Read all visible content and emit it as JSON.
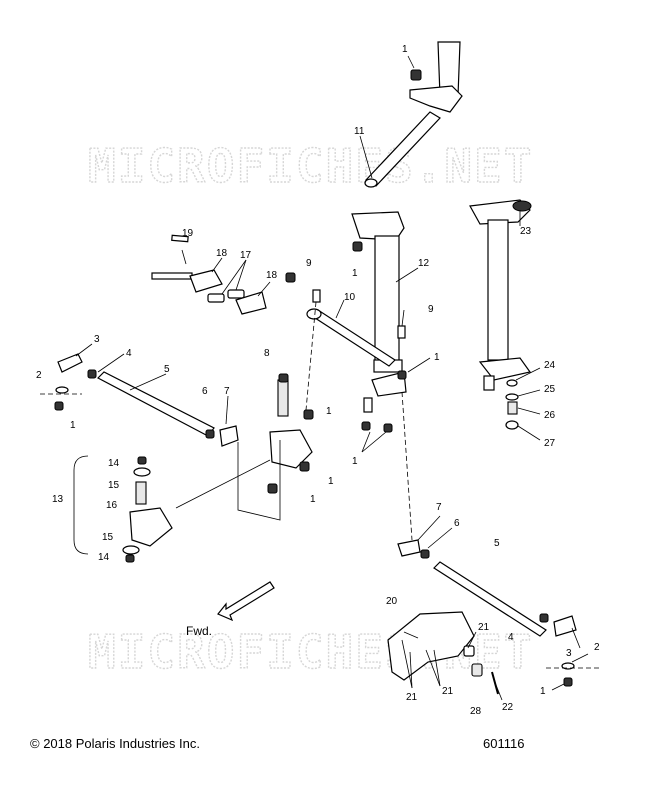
{
  "watermark": "MICROFICHES.NET",
  "direction_label": "Fwd.",
  "footer": {
    "copyright": "© 2018 Polaris Industries Inc.",
    "document_number": "601116"
  },
  "callouts": [
    {
      "id": "c1a",
      "label": "1"
    },
    {
      "id": "c1b",
      "label": "1"
    },
    {
      "id": "c1c",
      "label": "1"
    },
    {
      "id": "c1d",
      "label": "1"
    },
    {
      "id": "c1e",
      "label": "1"
    },
    {
      "id": "c1f",
      "label": "1"
    },
    {
      "id": "c1g",
      "label": "1"
    },
    {
      "id": "c1h",
      "label": "1"
    },
    {
      "id": "c1i",
      "label": "1"
    },
    {
      "id": "c2a",
      "label": "2"
    },
    {
      "id": "c2b",
      "label": "2"
    },
    {
      "id": "c3a",
      "label": "3"
    },
    {
      "id": "c3b",
      "label": "3"
    },
    {
      "id": "c4a",
      "label": "4"
    },
    {
      "id": "c4b",
      "label": "4"
    },
    {
      "id": "c5a",
      "label": "5"
    },
    {
      "id": "c5b",
      "label": "5"
    },
    {
      "id": "c6a",
      "label": "6"
    },
    {
      "id": "c6b",
      "label": "6"
    },
    {
      "id": "c7a",
      "label": "7"
    },
    {
      "id": "c7b",
      "label": "7"
    },
    {
      "id": "c8",
      "label": "8"
    },
    {
      "id": "c9a",
      "label": "9"
    },
    {
      "id": "c9b",
      "label": "9"
    },
    {
      "id": "c10",
      "label": "10"
    },
    {
      "id": "c11",
      "label": "11"
    },
    {
      "id": "c12",
      "label": "12"
    },
    {
      "id": "c13",
      "label": "13"
    },
    {
      "id": "c14a",
      "label": "14"
    },
    {
      "id": "c14b",
      "label": "14"
    },
    {
      "id": "c15a",
      "label": "15"
    },
    {
      "id": "c15b",
      "label": "15"
    },
    {
      "id": "c16",
      "label": "16"
    },
    {
      "id": "c17",
      "label": "17"
    },
    {
      "id": "c18a",
      "label": "18"
    },
    {
      "id": "c18b",
      "label": "18"
    },
    {
      "id": "c19",
      "label": "19"
    },
    {
      "id": "c20",
      "label": "20"
    },
    {
      "id": "c21a",
      "label": "21"
    },
    {
      "id": "c21b",
      "label": "21"
    },
    {
      "id": "c21c",
      "label": "21"
    },
    {
      "id": "c22",
      "label": "22"
    },
    {
      "id": "c23",
      "label": "23"
    },
    {
      "id": "c24",
      "label": "24"
    },
    {
      "id": "c25",
      "label": "25"
    },
    {
      "id": "c26",
      "label": "26"
    },
    {
      "id": "c27",
      "label": "27"
    },
    {
      "id": "c28",
      "label": "28"
    }
  ]
}
